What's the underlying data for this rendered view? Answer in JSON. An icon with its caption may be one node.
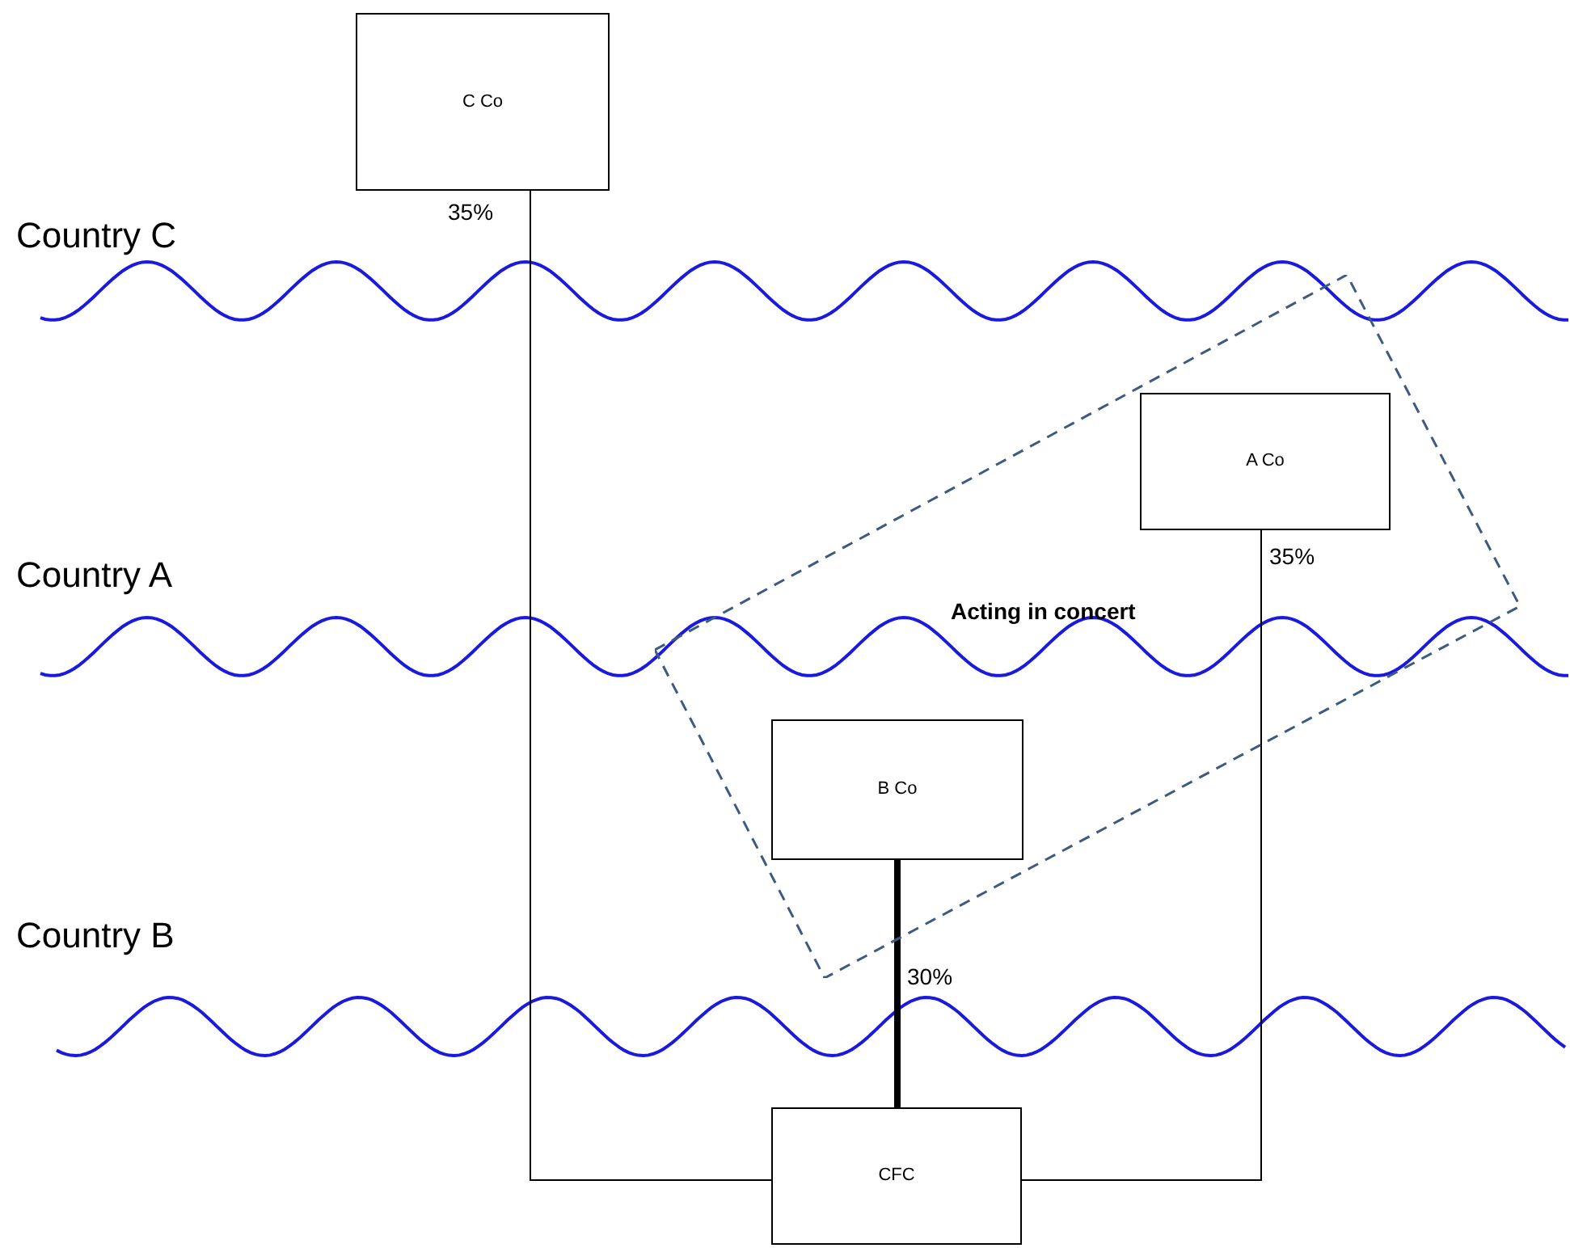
{
  "diagram": {
    "nodes": [
      {
        "text": [
          "C Co"
        ]
      },
      {
        "text": [
          "Acting in concert"
        ]
      },
      {
        "text": [
          "A Co"
        ],
        "in": 1
      },
      {
        "text": [
          "B Co"
        ],
        "in": 1
      },
      {
        "text": [
          "CFC"
        ]
      }
    ],
    "edges": [
      {
        "from": 0,
        "to": 4,
        "arrow": "none",
        "label": "35%"
      },
      {
        "from": 2,
        "to": 4,
        "arrow": "none",
        "label": "35%"
      },
      {
        "from": 3,
        "to": 4,
        "arrow": "none",
        "label": "30%",
        "style": "thick"
      }
    ],
    "labels": [
      "Country C",
      "Country A",
      "Country B"
    ]
  }
}
